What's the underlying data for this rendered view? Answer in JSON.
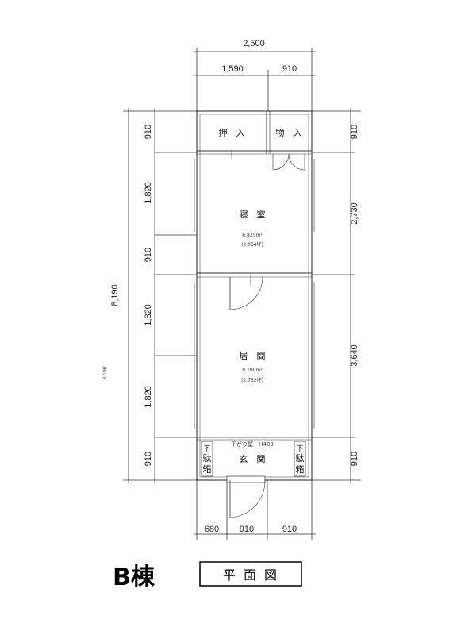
{
  "dimensions": {
    "top_total": "2,500",
    "top_left": "1,590",
    "top_right": "910",
    "left_total": "8,190",
    "left_outer_small": "8,190",
    "left_segments": [
      "910",
      "1,820",
      "910",
      "1,820",
      "1,820",
      "910"
    ],
    "right_segments": [
      "910",
      "2,730",
      "3,640",
      "910"
    ],
    "bottom_segments": [
      "680",
      "910",
      "910"
    ]
  },
  "rooms": {
    "closet_left_label": "押　入",
    "closet_right_label": "物　入",
    "bedroom": {
      "name": "寝　室",
      "area": "6.825m²",
      "tsubo": "(2.064坪)"
    },
    "living": {
      "name": "居　間",
      "area": "9.100m²",
      "tsubo": "(2.752坪)"
    },
    "entrance": {
      "name": "玄　関",
      "note": "下がり壁　H400"
    },
    "shoe_box_left": {
      "top": "下",
      "mid": "駄",
      "bot": "箱"
    },
    "shoe_box_right": {
      "top": "下",
      "mid": "駄",
      "bot": "箱"
    }
  },
  "title": {
    "building": "B棟",
    "plan": "平面図"
  }
}
